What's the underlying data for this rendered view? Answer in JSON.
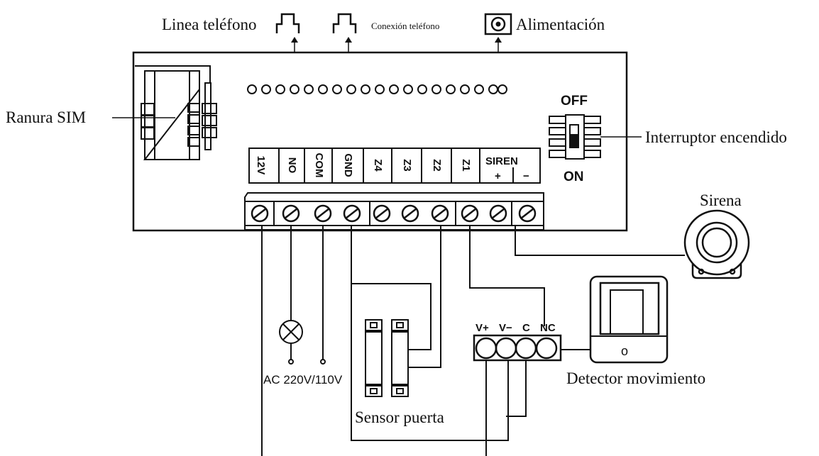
{
  "top_labels": {
    "phone_line": "Linea teléfono",
    "phone_connection": "Conexión teléfono",
    "power": "Alimentación"
  },
  "side_labels": {
    "sim_slot": "Ranura SIM",
    "power_switch": "Interruptor encendido",
    "siren": "Sirena"
  },
  "switch": {
    "off": "OFF",
    "on": "ON"
  },
  "terminal_labels": [
    "12V",
    "NO",
    "COM",
    "GND",
    "Z4",
    "Z3",
    "Z2",
    "Z1"
  ],
  "siren_terminal": {
    "label": "SIREN",
    "plus": "+",
    "minus": "−"
  },
  "detector_terminals": [
    "V+",
    "V−",
    "C",
    "NC"
  ],
  "bottom_labels": {
    "ac": "AC 220V/110V",
    "door_sensor": "Sensor puerta",
    "motion_detector": "Detector movimiento"
  },
  "detector_symbol": "o"
}
